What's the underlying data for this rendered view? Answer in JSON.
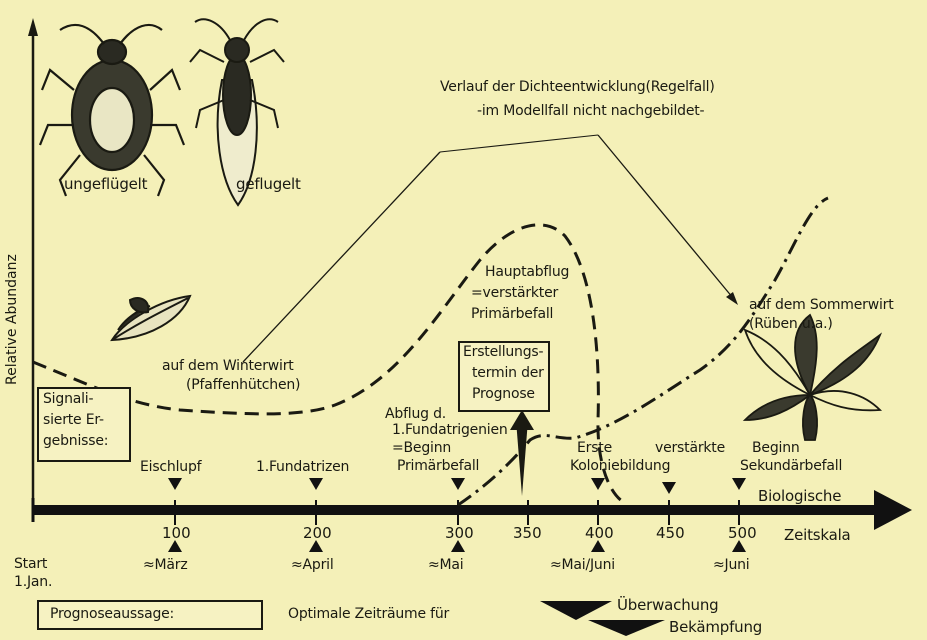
{
  "diagram": {
    "y_axis_label": "Relative Abundanz",
    "aphid_labels": {
      "wingless": "ungeflügelt",
      "winged": "geflugelt"
    },
    "density_note": {
      "line1": "Verlauf der Dichteentwicklung(Regelfall)",
      "line2": "-im Modellfall nicht nachgebildet-"
    },
    "winter_host": {
      "line1": "auf dem Winterwirt",
      "line2": "(Pfaffenhütchen)"
    },
    "summer_host": {
      "line1": "auf dem Sommerwirt",
      "line2": "(Rüben u.a.)"
    },
    "main_flight": {
      "line1": "Hauptabflug",
      "line2": "=verstärkter",
      "line3": "Primärbefall"
    },
    "forecast_box": {
      "line1": "Erstellungs-",
      "line2": "termin der",
      "line3": "Prognose"
    },
    "signal_box": {
      "line1": "Signali-",
      "line2": "sierte Er-",
      "line3": "gebnisse:"
    },
    "events": [
      {
        "text": "Eischlupf"
      },
      {
        "text": "1.Fundatrizen"
      },
      {
        "line1": "Abflug d.",
        "line2": "1.Fundatrigenien",
        "line3": "=Beginn",
        "line4": "Primärbefall"
      },
      {
        "line1": "Erste",
        "line2": "Koloniebildung"
      },
      {
        "text": "verstärkte"
      },
      {
        "line1": "Beginn",
        "line2": "Sekundärbefall"
      }
    ],
    "axis": {
      "label_line1": "Biologische",
      "label_line2": "Zeitskala",
      "ticks": [
        "100",
        "200",
        "300",
        "350",
        "400",
        "450",
        "500"
      ]
    },
    "months": [
      "≈März",
      "≈April",
      "≈Mai",
      "≈Mai/Juni",
      "≈Juni"
    ],
    "start": {
      "line1": "Start",
      "line2": "1.Jan."
    },
    "forecast_statement": "Prognoseaussage:",
    "optimal_periods": "Optimale Zeiträume für",
    "monitoring": "Überwachung",
    "control": "Bekämpfung"
  }
}
